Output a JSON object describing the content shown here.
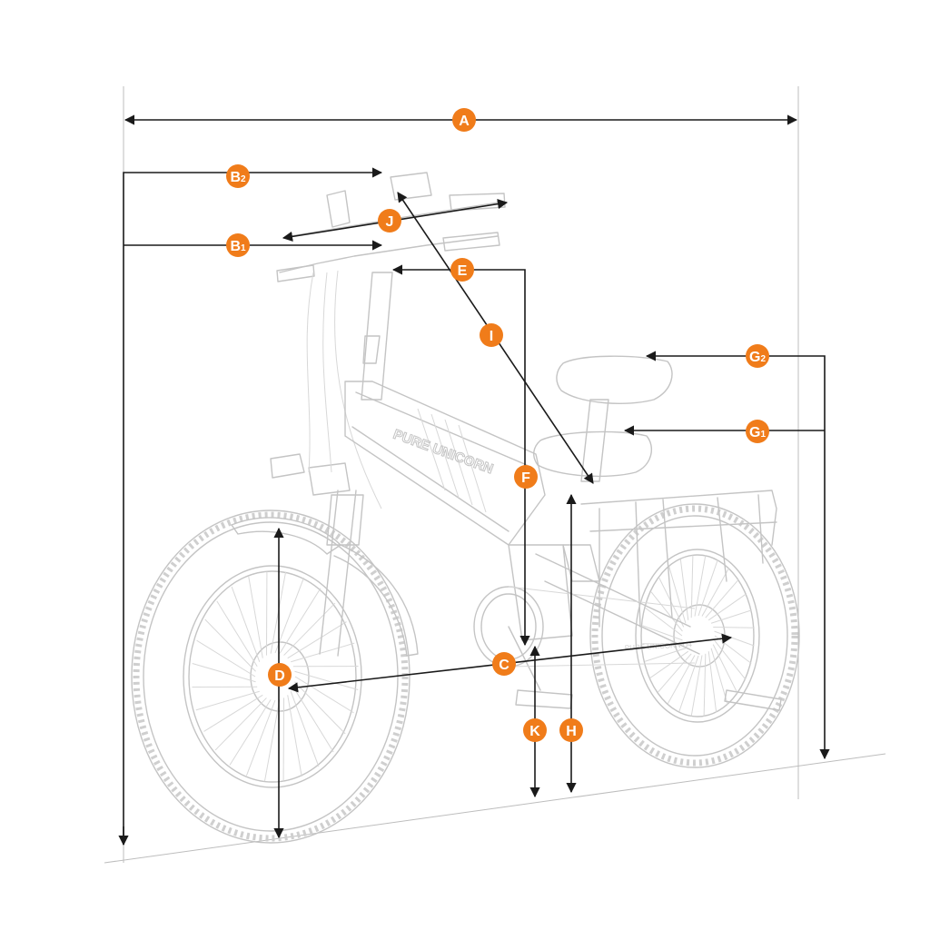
{
  "frame_text": {
    "brand": "PURE UNICORN",
    "rear_rack_label": "PURE UNICORN U4"
  },
  "colors": {
    "badge": "#f07c1a",
    "dimension_line": "#1a1a1a",
    "sketch": "#c4c4c4"
  },
  "labels": {
    "A": {
      "letter": "A",
      "sub": ""
    },
    "B1": {
      "letter": "B",
      "sub": "1"
    },
    "B2": {
      "letter": "B",
      "sub": "2"
    },
    "C": {
      "letter": "C",
      "sub": ""
    },
    "D": {
      "letter": "D",
      "sub": ""
    },
    "E": {
      "letter": "E",
      "sub": ""
    },
    "F": {
      "letter": "F",
      "sub": ""
    },
    "G1": {
      "letter": "G",
      "sub": "1"
    },
    "G2": {
      "letter": "G",
      "sub": "2"
    },
    "H": {
      "letter": "H",
      "sub": ""
    },
    "I": {
      "letter": "I",
      "sub": ""
    },
    "J": {
      "letter": "J",
      "sub": ""
    },
    "K": {
      "letter": "K",
      "sub": ""
    }
  }
}
